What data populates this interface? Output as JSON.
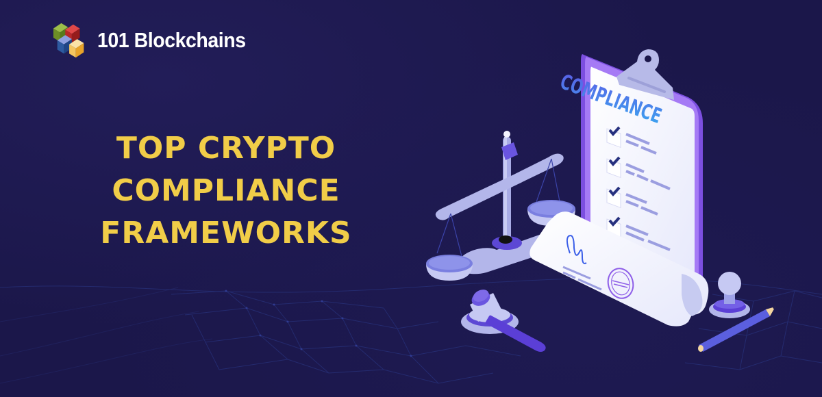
{
  "brand": {
    "name": "101 Blockchains",
    "logo_icon": "stacked-cubes-icon",
    "cube_colors": [
      "#7a9a2e",
      "#c42a2a",
      "#2a5a9a",
      "#f0b43a"
    ]
  },
  "headline": {
    "lines": [
      "TOP CRYPTO",
      "COMPLIANCE",
      "FRAMEWORKS"
    ],
    "color": "#f1cd48"
  },
  "illustration": {
    "clipboard_title": "COMPLIANCE",
    "checklist_items": 4,
    "elements": [
      "clipboard-icon",
      "scales-of-justice-icon",
      "signed-document-icon",
      "gavel-icon",
      "stamp-icon",
      "pencil-icon"
    ]
  },
  "colors": {
    "background": "#1b174a",
    "accent_purple": "#8e5ee8",
    "light_lavender": "#c3c6f0",
    "check_navy": "#2a2f7a",
    "text_gradient_start": "#5e5ce8",
    "text_gradient_end": "#3aa0f0"
  }
}
